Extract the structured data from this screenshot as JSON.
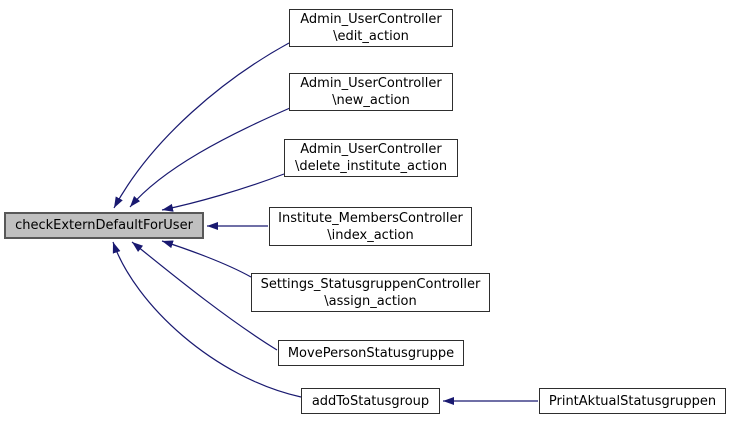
{
  "graph": {
    "type": "caller-graph",
    "center_node": {
      "label": "checkExternDefaultForUser"
    },
    "callers": {
      "edit": {
        "line1": "Admin_UserController",
        "line2": "\\edit_action"
      },
      "new": {
        "line1": "Admin_UserController",
        "line2": "\\new_action"
      },
      "delete": {
        "line1": "Admin_UserController",
        "line2": "\\delete_institute_action"
      },
      "index": {
        "line1": "Institute_MembersController",
        "line2": "\\index_action"
      },
      "assign": {
        "line1": "Settings_StatusgruppenController",
        "line2": "\\assign_action"
      },
      "move": {
        "label": "MovePersonStatusgruppe"
      },
      "add": {
        "label": "addToStatusgroup"
      },
      "print": {
        "label": "PrintAktualStatusgruppen"
      }
    },
    "edges": [
      {
        "from": "Admin_UserController\\edit_action",
        "to": "checkExternDefaultForUser"
      },
      {
        "from": "Admin_UserController\\new_action",
        "to": "checkExternDefaultForUser"
      },
      {
        "from": "Admin_UserController\\delete_institute_action",
        "to": "checkExternDefaultForUser"
      },
      {
        "from": "Institute_MembersController\\index_action",
        "to": "checkExternDefaultForUser"
      },
      {
        "from": "Settings_StatusgruppenController\\assign_action",
        "to": "checkExternDefaultForUser"
      },
      {
        "from": "MovePersonStatusgruppe",
        "to": "checkExternDefaultForUser"
      },
      {
        "from": "addToStatusgroup",
        "to": "checkExternDefaultForUser"
      },
      {
        "from": "PrintAktualStatusgruppen",
        "to": "addToStatusgroup"
      }
    ],
    "colors": {
      "edge": "#191970",
      "center_fill": "#c0c0c0",
      "center_border": "#585858",
      "node_fill": "#ffffff",
      "node_border": "#2e2e2e",
      "background": "#ffffff",
      "text": "#000000"
    }
  }
}
